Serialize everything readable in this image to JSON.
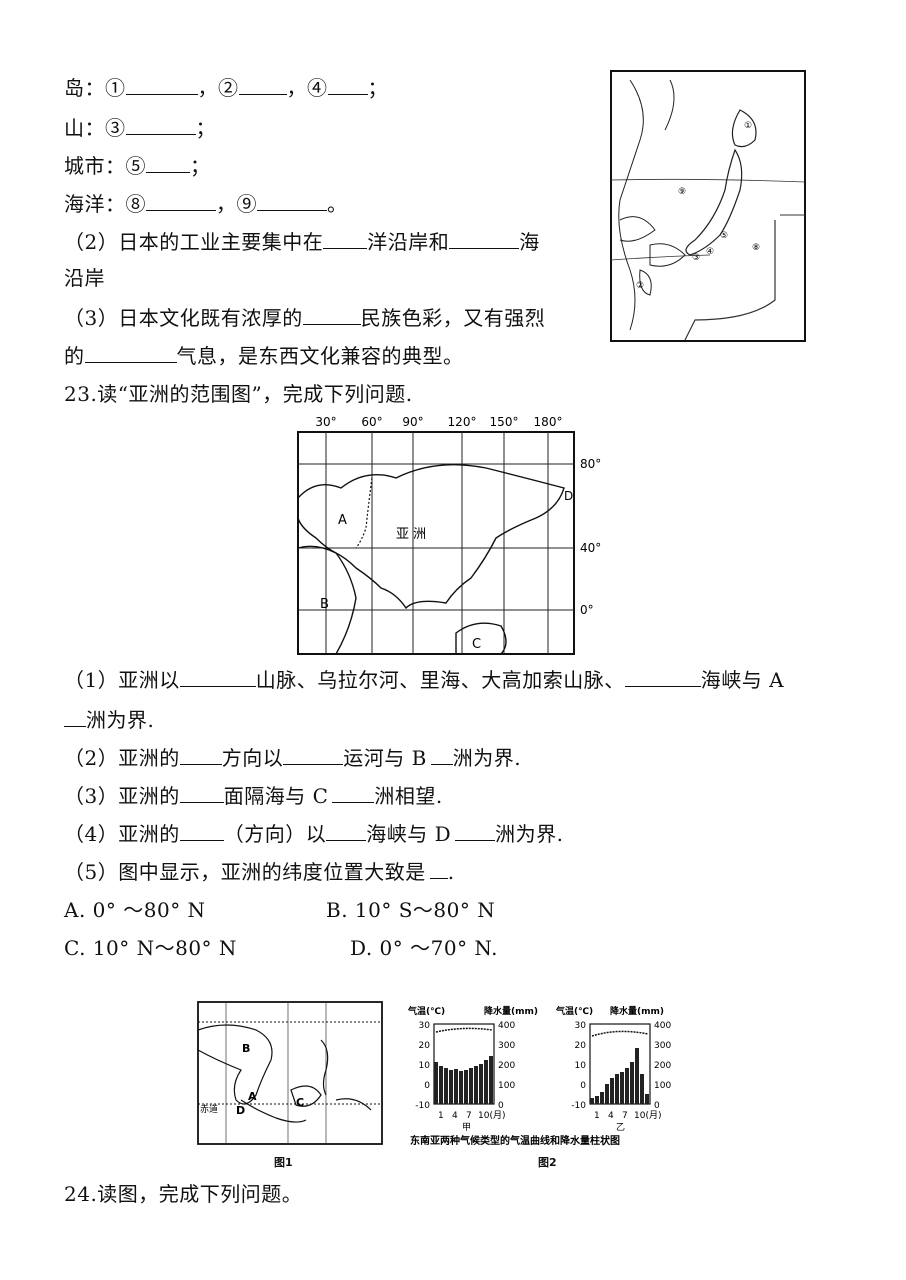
{
  "q22": {
    "island_label": "岛：①",
    "island_sep1": "，②",
    "island_sep2": "，④",
    "island_end": "；",
    "mountain_label": "山：③",
    "mountain_end": "；",
    "city_label": "城市：⑤",
    "city_end": "；",
    "ocean_label": "海洋：⑧",
    "ocean_sep": "，⑨",
    "ocean_end": "。",
    "p2_a": "（2）日本的工业主要集中在",
    "p2_b": "洋沿岸和",
    "p2_c": "海",
    "p2_d": "沿岸",
    "p3_a": "（3）日本文化既有浓厚的",
    "p3_b": "民族色彩，又有强烈",
    "p3_c": "的",
    "p3_d": "气息，是东西文化兼容的典型。",
    "map_labels": [
      "①",
      "⑨",
      "⑤",
      "⑧",
      "④",
      "③",
      "②"
    ]
  },
  "q23": {
    "title": "23.读“亚洲的范围图”，完成下列问题.",
    "map": {
      "lon_labels": [
        "30°",
        "60°",
        "90°",
        "120°",
        "150°",
        "180°"
      ],
      "lat_labels": [
        "80°",
        "40°",
        "0°"
      ],
      "region_labels": [
        "A",
        "B",
        "C",
        "D"
      ],
      "asia_label": "亚 洲"
    },
    "p1_a": "（1）亚洲以",
    "p1_b": "山脉、乌拉尔河、里海、大高加索山脉、",
    "p1_c": "海峡与 A",
    "p1_d": "洲为界.",
    "p2_a": "（2）亚洲的",
    "p2_b": "方向以",
    "p2_c": "运河与 B",
    "p2_d": "洲为界.",
    "p3_a": "（3）亚洲的",
    "p3_b": "面隔海与 C",
    "p3_c": "洲相望.",
    "p4_a": "（4）亚洲的",
    "p4_b": "（方向）以",
    "p4_c": "海峡与 D",
    "p4_d": "洲为界.",
    "p5": "（5）图中显示，亚洲的纬度位置大致是",
    "p5_end": ".",
    "options": {
      "A": "A. 0° ～80° N",
      "B": "B. 10° S～80° N",
      "C": "C. 10° N～80° N",
      "D": "D. 0° ～70° N."
    }
  },
  "q24": {
    "fig1": {
      "labels": [
        "B",
        "A",
        "D",
        "C"
      ],
      "equator": "赤道",
      "caption": "图1"
    },
    "fig2": {
      "axis_temp": "气温(℃)",
      "axis_rain": "降水量(mm)",
      "temp_ticks": [
        "30",
        "20",
        "10",
        "0",
        "-10"
      ],
      "rain_ticks": [
        "400",
        "300",
        "200",
        "100",
        "0"
      ],
      "x_ticks": [
        "1",
        "4",
        "7",
        "10(月)"
      ],
      "chart1_name": "甲",
      "chart2_name": "乙",
      "title": "东南亚两种气候类型的气温曲线和降水量柱状图",
      "caption": "图2"
    },
    "title": "24.读图，完成下列问题。"
  }
}
